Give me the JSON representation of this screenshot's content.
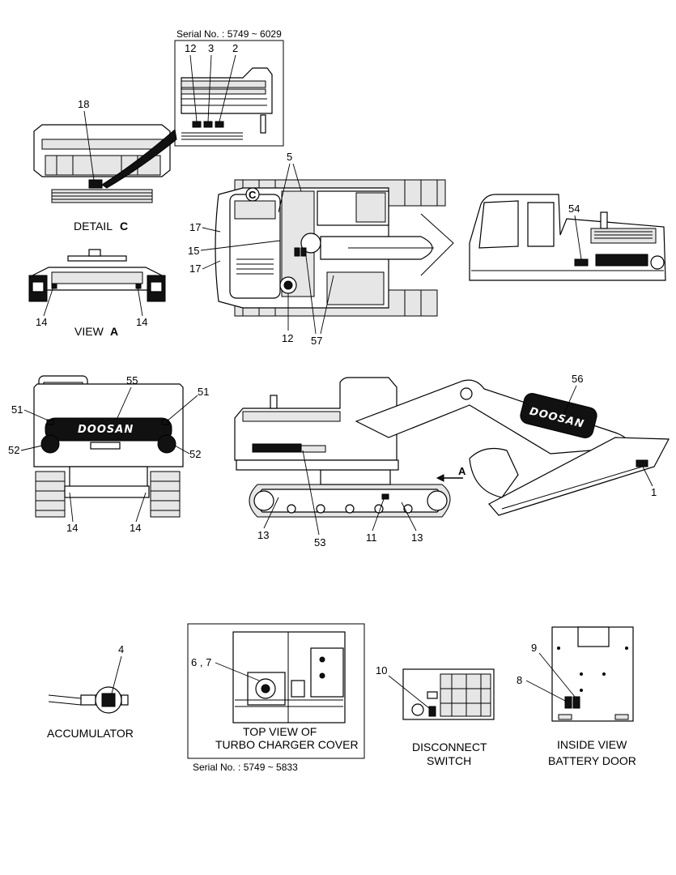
{
  "serials": {
    "detail_c_inset": "Serial No. : 5749 ~ 6029",
    "turbo_cover": "Serial No. : 5749 ~ 5833"
  },
  "captions": {
    "detail_c": "DETAIL",
    "detail_c_letter": "C",
    "view_a": "VIEW",
    "view_a_letter": "A",
    "accumulator": "ACCUMULATOR",
    "turbo_line1": "TOP VIEW OF",
    "turbo_line2": "TURBO CHARGER COVER",
    "disconnect_line1": "DISCONNECT",
    "disconnect_line2": "SWITCH",
    "battery_line1": "INSIDE VIEW",
    "battery_line2": "BATTERY DOOR"
  },
  "marks": {
    "view_arrow": "A",
    "detail_circle": "C"
  },
  "brand": "DOOSAN",
  "callouts": {
    "inset_12": "12",
    "inset_3": "3",
    "inset_2": "2",
    "detail_18": "18",
    "top_5": "5",
    "top_17a": "17",
    "top_15": "15",
    "top_17b": "17",
    "top_12": "12",
    "top_57": "57",
    "side_54": "54",
    "view_14a": "14",
    "view_14b": "14",
    "rear_55": "55",
    "rear_51a": "51",
    "rear_51b": "51",
    "rear_52a": "52",
    "rear_52b": "52",
    "rear_14a": "14",
    "rear_14b": "14",
    "main_56": "56",
    "main_1": "1",
    "main_13a": "13",
    "main_53": "53",
    "main_11": "11",
    "main_13b": "13",
    "acc_4": "4",
    "turbo_67": "6 , 7",
    "disc_10": "10",
    "bat_9": "9",
    "bat_8": "8"
  }
}
